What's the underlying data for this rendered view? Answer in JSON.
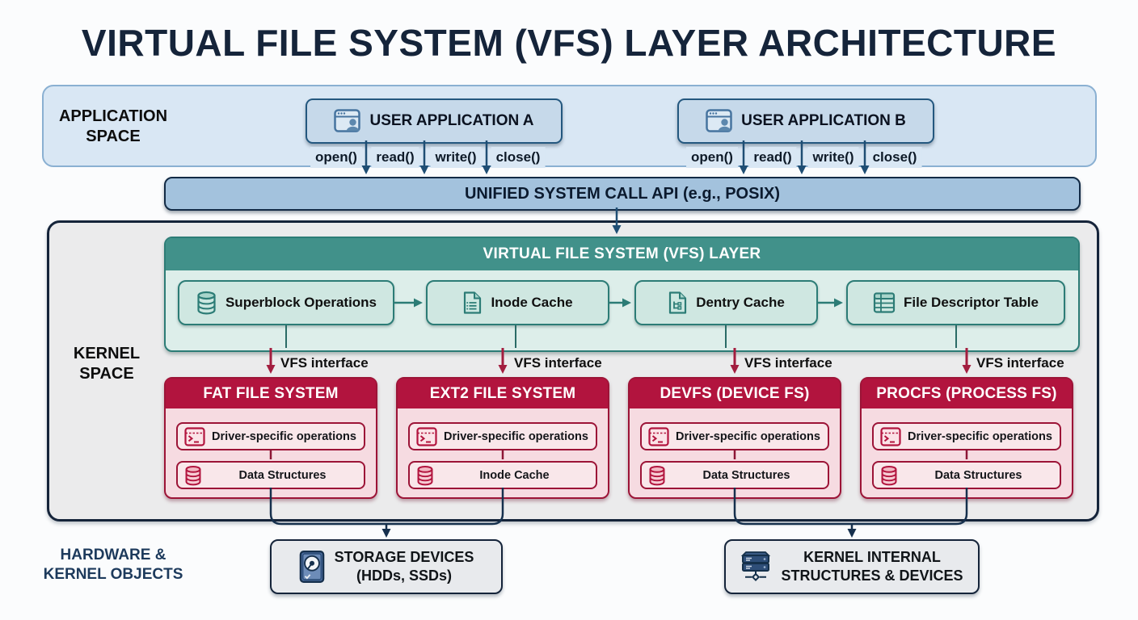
{
  "title": "VIRTUAL FILE SYSTEM (VFS) LAYER ARCHITECTURE",
  "colors": {
    "app_space_fill": "#d9e7f4",
    "app_box_fill": "#c6d9ea",
    "syscall_bar_fill": "#a3c2dd",
    "kernel_fill": "#ebebec",
    "vfs_teal": "#41918a",
    "vfs_body": "#ddeeea",
    "fs_crimson": "#b2143e",
    "fs_body": "#f6dbe1",
    "arrow_blue": "#1f4e74",
    "arrow_red": "#a31d3f",
    "arrow_teal": "#2c7c76",
    "arrow_navy": "#16304d"
  },
  "application_space": {
    "label_line1": "APPLICATION",
    "label_line2": "SPACE",
    "apps": [
      {
        "name": "USER APPLICATION A",
        "icon": "app-window-icon",
        "syscalls": [
          "open()",
          "read()",
          "write()",
          "close()"
        ]
      },
      {
        "name": "USER APPLICATION B",
        "icon": "app-window-icon",
        "syscalls": [
          "open()",
          "read()",
          "write()",
          "close()"
        ]
      }
    ]
  },
  "syscall_api": {
    "label": "UNIFIED SYSTEM CALL API (e.g., POSIX)"
  },
  "kernel_space": {
    "label_line1": "KERNEL",
    "label_line2": "SPACE",
    "vfs": {
      "title": "VIRTUAL FILE SYSTEM (VFS) LAYER",
      "components": [
        {
          "label": "Superblock Operations",
          "icon": "database-icon"
        },
        {
          "label": "Inode Cache",
          "icon": "document-list-icon"
        },
        {
          "label": "Dentry Cache",
          "icon": "document-tree-icon"
        },
        {
          "label": "File Descriptor Table",
          "icon": "table-icon"
        }
      ]
    },
    "interface_label": "VFS interface",
    "filesystems": [
      {
        "title": "FAT FILE SYSTEM",
        "items": [
          {
            "label": "Driver-specific operations",
            "icon": "terminal-icon"
          },
          {
            "label": "Data Structures",
            "icon": "database-icon"
          }
        ]
      },
      {
        "title": "EXT2 FILE SYSTEM",
        "items": [
          {
            "label": "Driver-specific operations",
            "icon": "terminal-icon"
          },
          {
            "label": "Inode Cache",
            "icon": "database-icon"
          }
        ]
      },
      {
        "title": "DEVFS (DEVICE FS)",
        "items": [
          {
            "label": "Driver-specific operations",
            "icon": "terminal-icon"
          },
          {
            "label": "Data Structures",
            "icon": "database-icon"
          }
        ]
      },
      {
        "title": "PROCFS (PROCESS FS)",
        "items": [
          {
            "label": "Driver-specific operations",
            "icon": "terminal-icon"
          },
          {
            "label": "Data Structures",
            "icon": "database-icon"
          }
        ]
      }
    ]
  },
  "hardware": {
    "label_line1": "HARDWARE &",
    "label_line2": "KERNEL OBJECTS",
    "devices": [
      {
        "line1": "STORAGE DEVICES",
        "line2": "(HDDs, SSDs)",
        "icon": "hard-drive-icon"
      },
      {
        "line1": "KERNEL INTERNAL",
        "line2": "STRUCTURES & DEVICES",
        "icon": "server-icon"
      }
    ]
  }
}
